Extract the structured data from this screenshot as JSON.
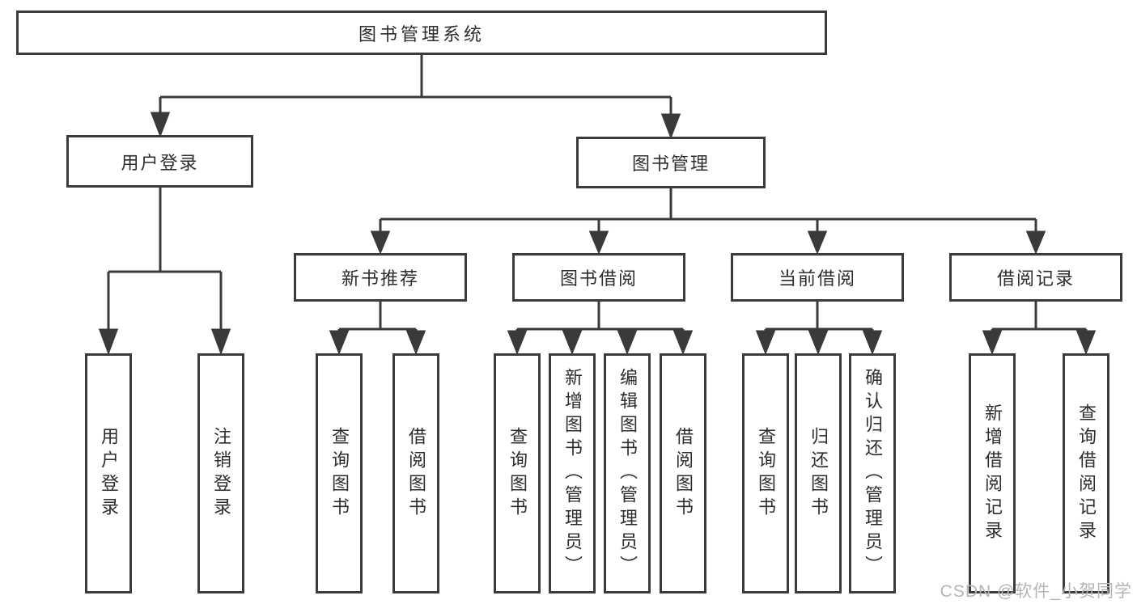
{
  "nodes": {
    "root": "图书管理系统",
    "user_login": "用户登录",
    "book_mgmt": "图书管理",
    "new_book_rec": "新书推荐",
    "book_borrow": "图书借阅",
    "current_borrow": "当前借阅",
    "borrow_records": "借阅记录"
  },
  "leaves": {
    "user_login": [
      "用户登录",
      "注销登录"
    ],
    "new_book_rec": [
      "查询图书",
      "借阅图书"
    ],
    "book_borrow": [
      "查询图书",
      "新增图书（管理员）",
      "编辑图书（管理员）",
      "借阅图书"
    ],
    "current_borrow": [
      "查询图书",
      "归还图书",
      "确认归还（管理员）"
    ],
    "borrow_records": [
      "新增借阅记录",
      "查询借阅记录"
    ]
  },
  "colors": {
    "line": "#3a3a3a",
    "border": "#3b3b3b",
    "text": "#2d2d2d",
    "background": "#ffffff",
    "watermark": "#b5b5b5"
  },
  "watermark": "CSDN @软件_小贺同学"
}
